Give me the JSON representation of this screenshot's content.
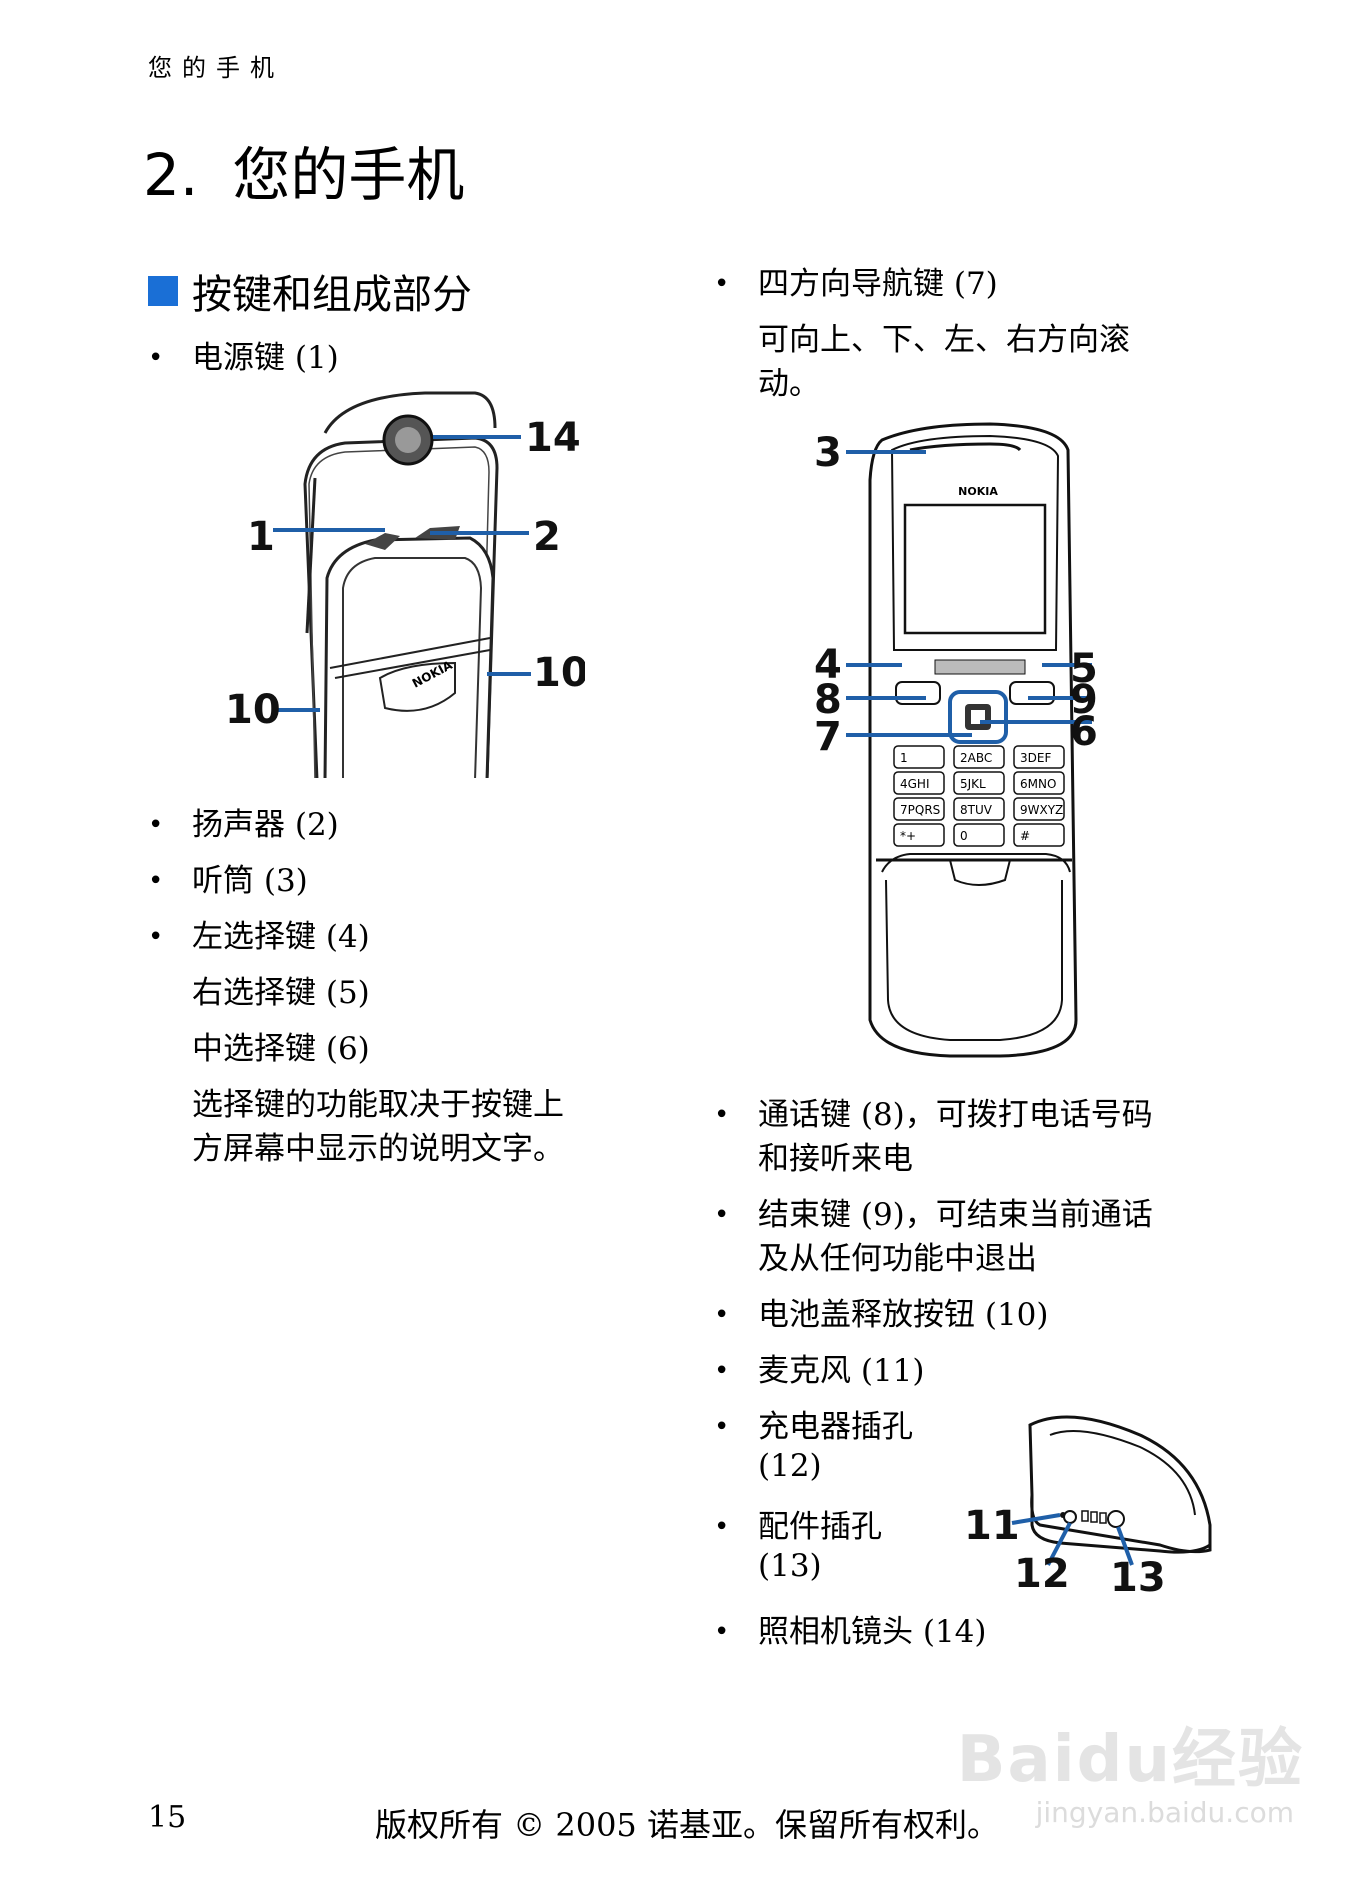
{
  "header": {
    "running_title": "您的手机"
  },
  "chapter": {
    "number": "2.",
    "title": "您的手机"
  },
  "section": {
    "title": "按键和组成部分"
  },
  "left_items": [
    {
      "text": "电源键 (1)"
    },
    {
      "text": "扬声器 (2)"
    },
    {
      "text": "听筒 (3)"
    },
    {
      "text": "左选择键 (4)"
    }
  ],
  "left_sub": [
    {
      "text": "右选择键 (5)"
    },
    {
      "text": "中选择键 (6)"
    },
    {
      "text": "选择键的功能取决于按键上"
    },
    {
      "text": "方屏幕中显示的说明文字。"
    }
  ],
  "right_items": [
    {
      "text": "四方向导航键 (7)"
    },
    {
      "text": "通话键 (8)，可拨打电话号码"
    },
    {
      "text": "结束键 (9)，可结束当前通话"
    },
    {
      "text": "电池盖释放按钮 (10)"
    },
    {
      "text": "麦克风 (11)"
    },
    {
      "text": "充电器插孔"
    },
    {
      "text": "配件插孔"
    },
    {
      "text": "照相机镜头 (14)"
    }
  ],
  "right_sub": [
    {
      "text": "可向上、下、左、右方向滚"
    },
    {
      "text": "动。"
    },
    {
      "text": "和接听来电"
    },
    {
      "text": "及从任何功能中退出"
    },
    {
      "text": "(12)"
    },
    {
      "text": "(13)"
    }
  ],
  "figure1": {
    "callouts": [
      "14",
      "1",
      "2",
      "10",
      "10"
    ],
    "logo": "NOKIA"
  },
  "figure2": {
    "callouts": [
      "3",
      "4",
      "5",
      "8",
      "9",
      "7",
      "6"
    ],
    "logo": "NOKIA",
    "keys": [
      "1",
      "2ABC",
      "3DEF",
      "4GHI",
      "5JKL",
      "6MNO",
      "7PQRS",
      "8TUV",
      "9WXYZ",
      "*+",
      "0",
      "#"
    ]
  },
  "figure3": {
    "callouts": [
      "11",
      "12",
      "13"
    ]
  },
  "footer": {
    "page_number": "15",
    "copyright": "版权所有 © 2005 诺基亚。保留所有权利。"
  },
  "watermark": {
    "brand": "Baidu经验",
    "url": "jingyan.baidu.com"
  },
  "colors": {
    "accent": "#1a6fd6",
    "callout_line": "#1f5fa8"
  }
}
